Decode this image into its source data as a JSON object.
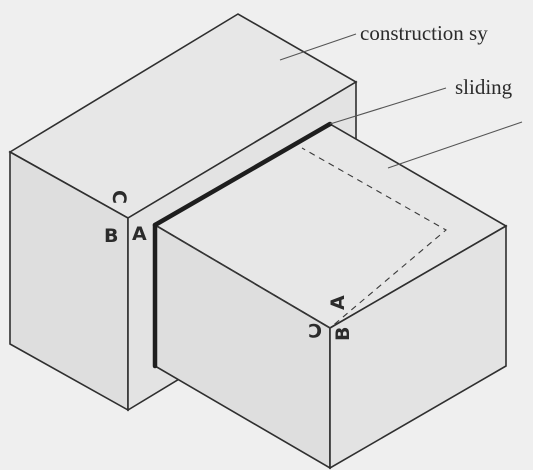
{
  "callouts": {
    "construction": "construction sy",
    "sliding": "sliding"
  },
  "vertex_labels": {
    "left_c": "C",
    "left_b": "B",
    "left_a": "A",
    "right_a": "A",
    "right_c": "C",
    "right_b": "B"
  },
  "colors": {
    "background": "#efefef",
    "top_face": "#e7e7e7",
    "side_face": "#dedede",
    "front_face": "#e3e3e3",
    "edge": "#2f2f2f",
    "sliding_edge": "#1e1e1e"
  }
}
